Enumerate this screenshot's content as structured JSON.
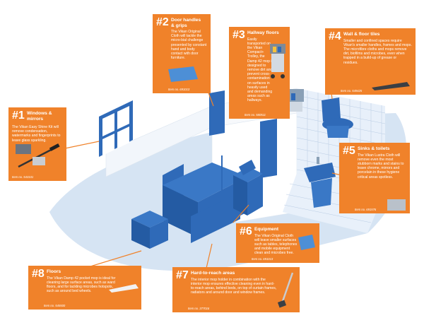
{
  "callouts": [
    {
      "num": "#1",
      "title": "Windows & mirrors",
      "desc": "The Vikan Easy Shine Kit will remove condensation, watermarks and fingerprints to leave glass sparkling.",
      "item": "Item no. 543101"
    },
    {
      "num": "#2",
      "title": "Door handles\n& grips",
      "desc": "The Vikan Original Cloth will tackle the micro-bial challenge presented by constant hand and body contact with door furniture.",
      "item": "Item no. 691013"
    },
    {
      "num": "#3",
      "title": "Hallway floors",
      "desc": "Easily transported on the Vikan Compact+ Trolley, the Damp 42 mop is designed to remove dirt and prevent cross-contamination on surfaces in heavily used and demanding areas such as hallways.",
      "item": "Item no. 580511"
    },
    {
      "num": "#4",
      "title": "Wall & floor tiles",
      "desc": "Smaller and confined spaces require Vikan's smaller handles, frames and mops. The microfibre cloths and mops remove dirt, biofilms and microbes, even when trapped in a build-up of grease or residues.",
      "item": "Item no. 549425"
    },
    {
      "num": "#5",
      "title": "Sinks & toilets",
      "desc": "The Vikan Lustra Cloth will remove even the most stubborn marks and stains to leave chrome, mirrors and porcelain in these hygiene critical areas spotless.",
      "item": "Item no. 691576"
    },
    {
      "num": "#6",
      "title": "Equipment",
      "desc": "The Vikan Original Cloth will leave smaller surfaces such as tables, telephones and mobile equipment clean and microbes free.",
      "item": "Item no. 691013"
    },
    {
      "num": "#7",
      "title": "Hard-to-reach areas",
      "desc": "The interior mop holder in combination with the interior mop ensures effective cleaning even in hard-to-reach areas, behind beds, on top of curtain frames, radiators and around door and window frames.",
      "item": "Item no. 377016"
    },
    {
      "num": "#8",
      "title": "Floors",
      "desc": "The Vikan Damp 42 pocket mop is ideal for cleaning large surface areas, such as ward floors, and for tackling microbes hotspots, such as around bed wheels.",
      "item": "Item no. 545500"
    }
  ],
  "colors": {
    "accent": "#f0822a",
    "blue": "#2f6ab8",
    "floor": "#d6e4f3",
    "wall": "#ffffff",
    "tile": "#e8f0fa"
  }
}
